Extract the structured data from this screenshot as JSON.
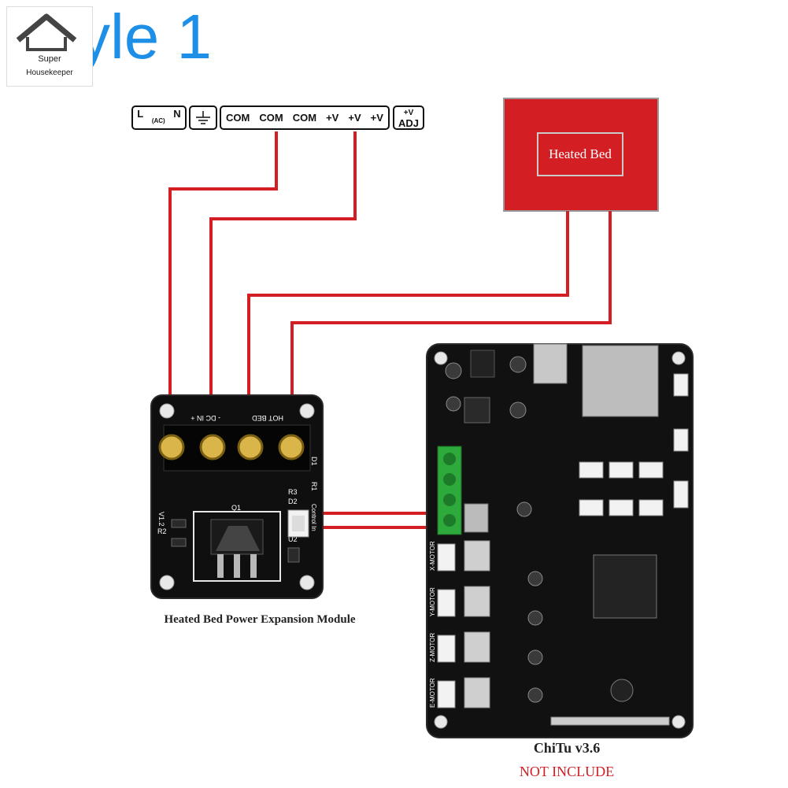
{
  "title": "yle 1",
  "logo": {
    "line1": "Super",
    "line2": "Housekeeper"
  },
  "terminal_strip": {
    "box1": {
      "l": "L",
      "ac": "(AC)",
      "n": "N"
    },
    "box2": {
      "ground_icon": "ground-icon"
    },
    "box3": [
      "COM",
      "COM",
      "COM",
      "+V",
      "+V",
      "+V"
    ],
    "box4": {
      "top": "+V",
      "bottom": "ADJ"
    }
  },
  "heated_bed": {
    "label": "Heated Bed",
    "color": "#d31e24"
  },
  "module": {
    "caption": "Heated Bed Power Expansion Module",
    "silkscreen": {
      "dc_in": "- DC IN +",
      "hot_bed": "HOT BED",
      "control": "Control In",
      "q1": "Q1",
      "r3": "R3",
      "d2": "D2",
      "r1": "R1",
      "d1": "D1",
      "u2": "U2",
      "r2": "R2",
      "ver": "V1.2"
    }
  },
  "board": {
    "caption": "ChiTu v3.6",
    "note": "NOT INCLUDE",
    "motors": [
      "X-MOTOR",
      "Y-MOTOR",
      "Z-MOTOR",
      "E-MOTOR"
    ]
  },
  "colors": {
    "wire": "#d31e24",
    "title": "#1e8fe6",
    "pcb": "#111111",
    "terminal_green": "#2eaa3c"
  }
}
